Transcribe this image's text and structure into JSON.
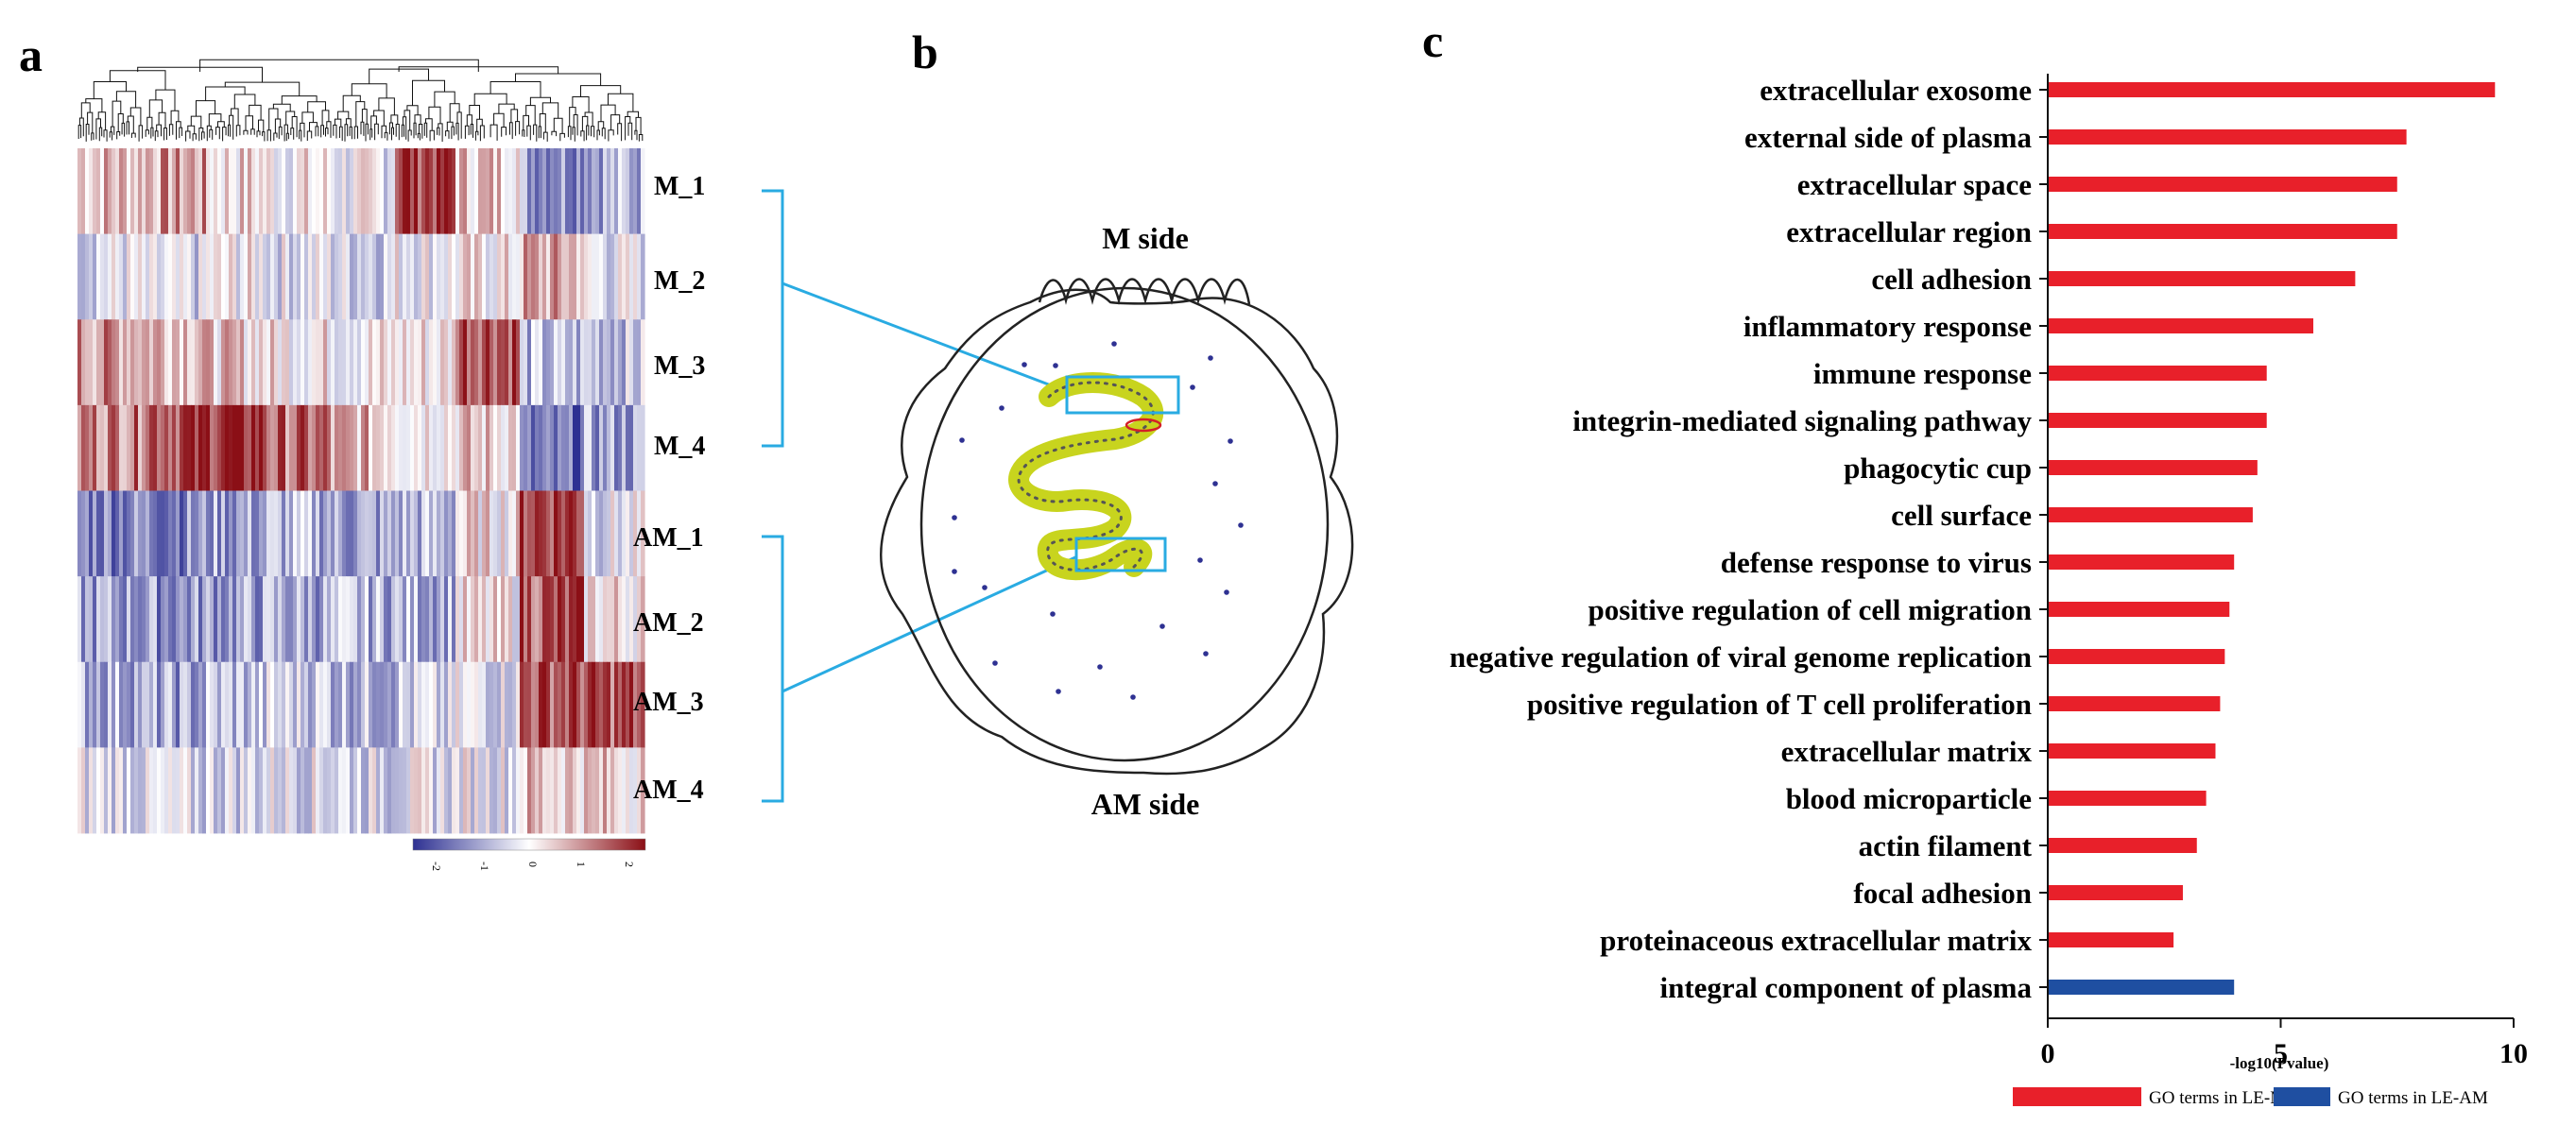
{
  "panels": {
    "a": {
      "letter": "a",
      "row_labels": [
        "M_1",
        "M_2",
        "M_3",
        "M_4",
        "AM_1",
        "AM_2",
        "AM_3",
        "AM_4"
      ],
      "colorbar_ticks": [
        "-2",
        "-1",
        "0",
        "1",
        "2"
      ],
      "colors": {
        "low": "#2e3192",
        "mid": "#ffffff",
        "high": "#8b0f16",
        "bracket": "#29abe2"
      }
    },
    "b": {
      "letter": "b",
      "top_label": "M side",
      "bottom_label": "AM side",
      "colors": {
        "outline": "#222222",
        "gland": "#c8d41e",
        "box": "#29abe2",
        "dot": "#2e3192"
      }
    },
    "c": {
      "letter": "c"
    }
  },
  "chart_data": {
    "type": "bar",
    "orientation": "horizontal",
    "categories": [
      "extracellular exosome",
      "external side of plasma",
      "extracellular space",
      "extracellular region",
      "cell adhesion",
      "inflammatory response",
      "immune response",
      "integrin-mediated signaling pathway",
      "phagocytic cup",
      "cell surface",
      "defense response to virus",
      "positive regulation of cell migration",
      "negative regulation of viral genome replication",
      "positive regulation of T cell proliferation",
      "extracellular matrix",
      "blood microparticle",
      "actin filament",
      "focal adhesion",
      "proteinaceous extracellular matrix",
      "integral component of plasma"
    ],
    "series": [
      {
        "name": "GO terms in LE-M",
        "color": "#e8202a",
        "values": [
          9.6,
          7.7,
          7.5,
          7.5,
          6.6,
          5.7,
          4.7,
          4.7,
          4.5,
          4.4,
          4.0,
          3.9,
          3.8,
          3.7,
          3.6,
          3.4,
          3.2,
          2.9,
          2.7,
          null
        ]
      },
      {
        "name": "GO terms in LE-AM",
        "color": "#1f4fa1",
        "values": [
          null,
          null,
          null,
          null,
          null,
          null,
          null,
          null,
          null,
          null,
          null,
          null,
          null,
          null,
          null,
          null,
          null,
          null,
          null,
          4.0
        ]
      }
    ],
    "xlabel": "-log10(Pvalue)",
    "ylabel": "",
    "xlim": [
      0,
      10
    ],
    "xticks": [
      0,
      5,
      10
    ],
    "grid": false,
    "legend": "bottom-right"
  }
}
